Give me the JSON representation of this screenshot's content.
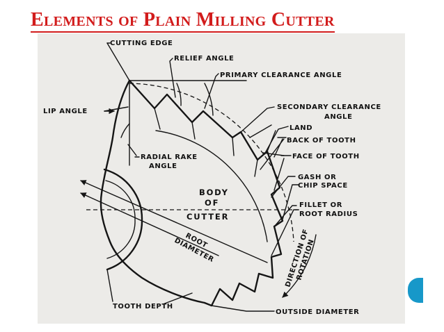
{
  "slide": {
    "title": "Elements of Plain Milling Cutter"
  },
  "diagram": {
    "labels": {
      "cutting_edge": "CUTTING EDGE",
      "relief_angle": "RELIEF ANGLE",
      "primary_clearance_angle": "PRIMARY CLEARANCE ANGLE",
      "secondary_clearance_angle_1": "SECONDARY CLEARANCE",
      "secondary_clearance_angle_2": "ANGLE",
      "lip_angle": "LIP ANGLE",
      "land": "LAND",
      "back_of_tooth": "BACK OF TOOTH",
      "radial_rake_angle_1": "RADIAL RAKE",
      "radial_rake_angle_2": "ANGLE",
      "face_of_tooth": "FACE OF TOOTH",
      "gash_1": "GASH OR",
      "gash_2": "CHIP SPACE",
      "body_1": "BODY",
      "body_2": "OF",
      "body_3": "CUTTER",
      "fillet_1": "FILLET OR",
      "fillet_2": "ROOT RADIUS",
      "root_diameter_1": "ROOT",
      "root_diameter_2": "DIAMETER",
      "direction_1": "DIRECTION OF",
      "direction_2": "ROTATION",
      "tooth_depth": "TOOTH DEPTH",
      "outside_diameter": "OUTSIDE DIAMETER"
    }
  }
}
